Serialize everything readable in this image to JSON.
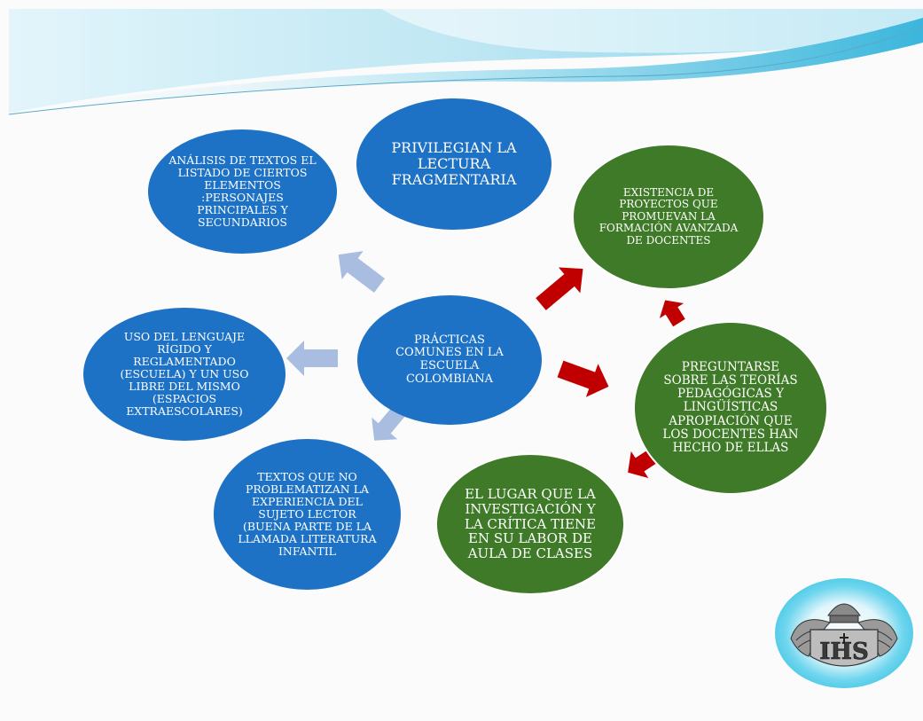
{
  "center": {
    "text": "PRÁCTICAS\nCOMUNES EN LA\nESCUELA\nCOLOMBIANA"
  },
  "blue_nodes": [
    {
      "id": "analisis",
      "text": "ANÁLISIS DE TEXTOS EL\nLISTADO DE CIERTOS\nELEMENTOS\n:PERSONAJES\nPRINCIPALES Y\nSECUNDARIOS"
    },
    {
      "id": "privilegian",
      "text": "PRIVILEGIAN LA\nLECTURA\nFRAGMENTARIA"
    },
    {
      "id": "uso",
      "text": "USO DEL LENGUAJE\nRÍGIDO Y\nREGLAMENTADO\n(ESCUELA) Y UN USO\nLIBRE DEL MISMO\n(ESPACIOS\nEXTRAESCOLARES)"
    },
    {
      "id": "textos",
      "text": "TEXTOS QUE NO\nPROBLEMATIZAN LA\nEXPERIENCIA DEL\nSUJETO LECTOR\n(BUENA PARTE DE LA\nLLAMADA LITERATURA\nINFANTIL"
    }
  ],
  "green_nodes": [
    {
      "id": "existencia",
      "text": "EXISTENCIA DE\nPROYECTOS QUE\nPROMUEVAN LA\nFORMACIÓN AVANZADA\nDE DOCENTES"
    },
    {
      "id": "preguntarse",
      "text": "PREGUNTARSE\nSOBRE LAS TEORÍAS\nPEDAGÓGICAS Y\nLINGÜÍSTICAS\nAPROPIACIÓN  QUE\nLOS DOCENTES HAN\nHECHO  DE ELLAS"
    },
    {
      "id": "lugar",
      "text": "EL LUGAR QUE LA\nINVESTIGACIÓN Y\nLA CRÍTICA TIENE\nEN SU LABOR DE\nAULA DE CLASES"
    }
  ],
  "logo": {
    "text": "IHS"
  },
  "colors": {
    "blue_node": "#1d72c6",
    "green_node": "#3f7a28",
    "light_arrow": "#a9bde0",
    "red_arrow": "#c00000"
  }
}
